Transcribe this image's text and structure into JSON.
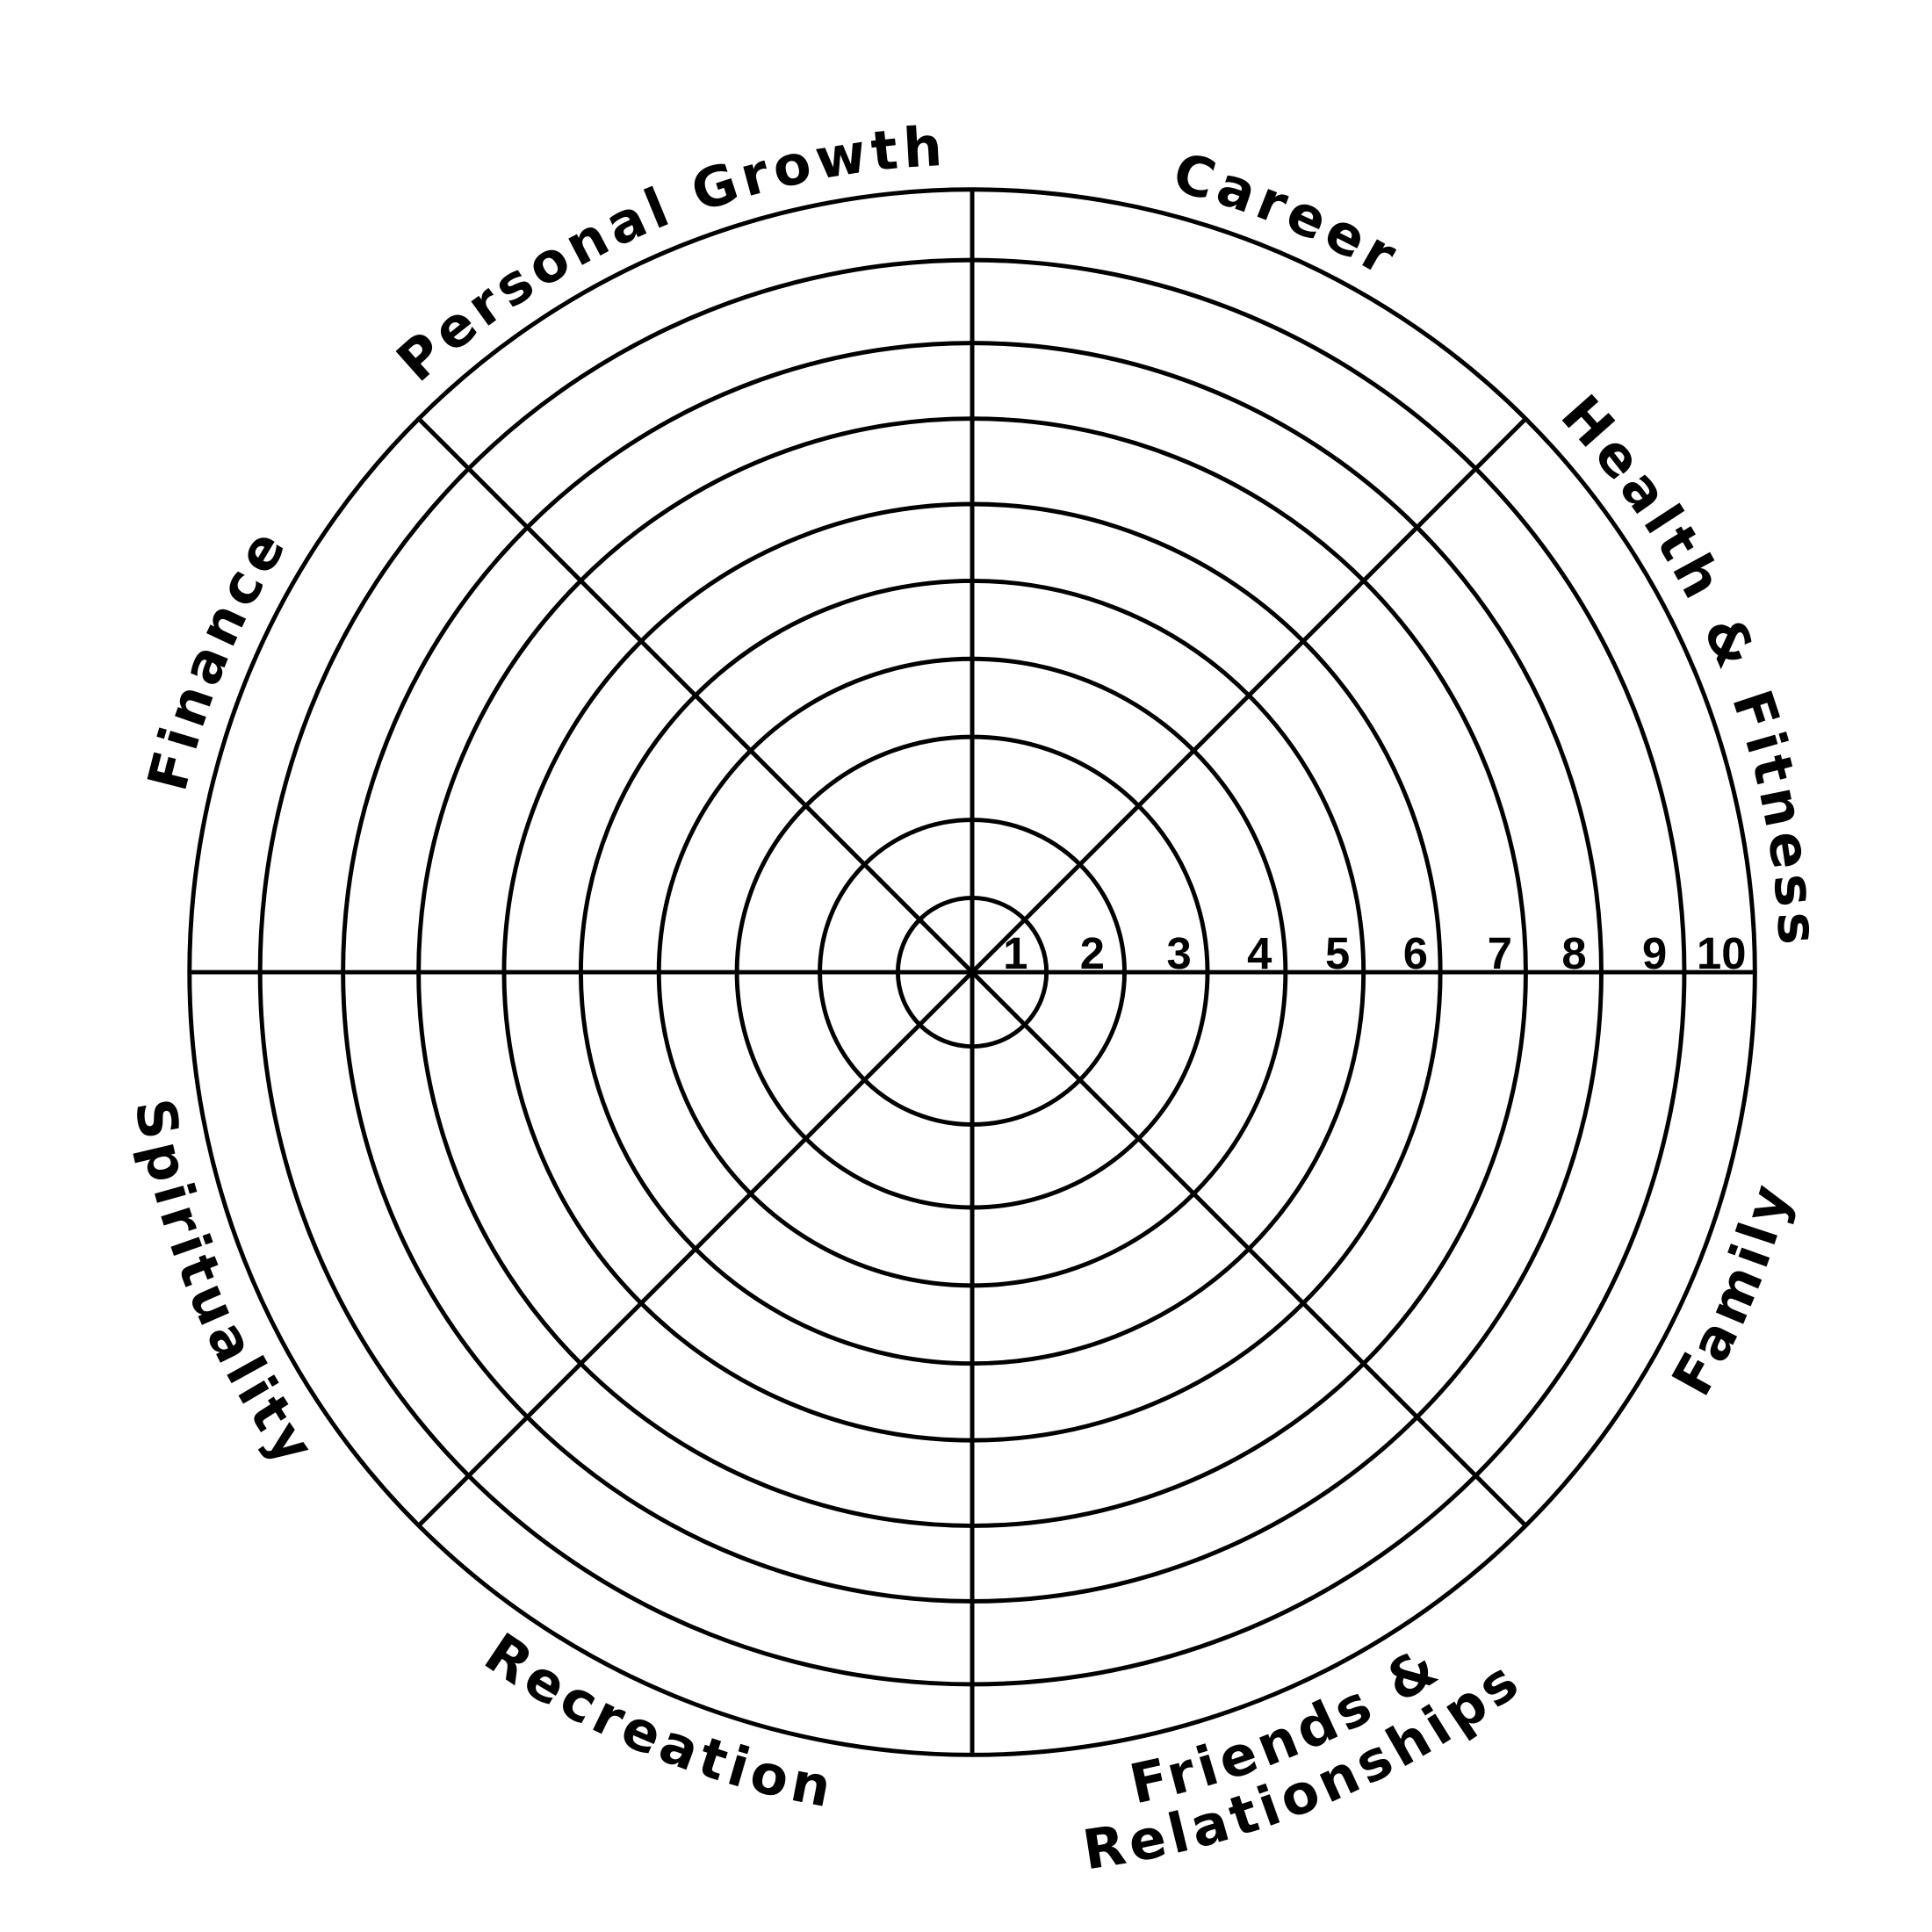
{
  "categories": [
    {
      "lines": [
        "Career"
      ]
    },
    {
      "lines": [
        "Health & Fitness"
      ]
    },
    {
      "lines": [
        "Family"
      ]
    },
    {
      "lines": [
        "Friends &",
        "Relationships"
      ]
    },
    {
      "lines": [
        "Recreation"
      ]
    },
    {
      "lines": [
        "Spirituality"
      ]
    },
    {
      "lines": [
        "Finance"
      ]
    },
    {
      "lines": [
        "Personal Growth"
      ]
    }
  ],
  "scale_labels": [
    "1",
    "2",
    "3",
    "4",
    "5",
    "6",
    "7",
    "8",
    "9",
    "10"
  ],
  "colors": {
    "line": "#000000",
    "background": "#ffffff"
  }
}
